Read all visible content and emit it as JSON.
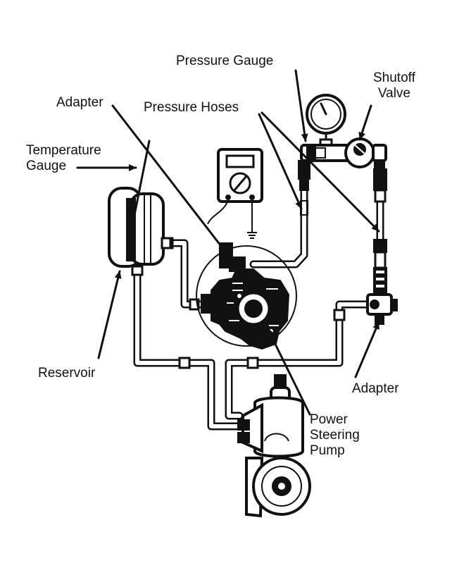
{
  "labels": {
    "pressure_gauge": "Pressure Gauge",
    "shutoff_valve": "Shutoff\nValve",
    "adapter_top": "Adapter",
    "pressure_hoses": "Pressure Hoses",
    "temperature_gauge": "Temperature\nGauge",
    "reservoir": "Reservoir",
    "adapter_bottom": "Adapter",
    "power_steering_pump": "Power\nSteering\nPump"
  },
  "meter": {
    "display_value": ""
  },
  "colors": {
    "ink": "#111111",
    "paper": "#ffffff"
  }
}
